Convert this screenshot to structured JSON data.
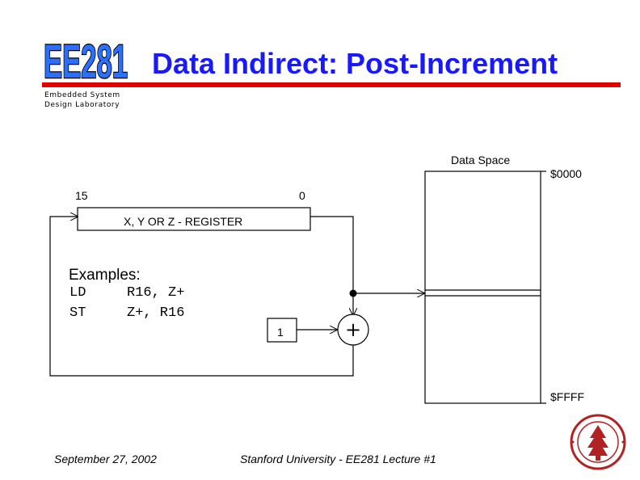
{
  "header": {
    "logo_text": "EE281",
    "lab_name": "Embedded System\nDesign Laboratory",
    "title": "Data Indirect: Post-Increment",
    "title_color": "#1919ff",
    "rule_color": "#e00000"
  },
  "register": {
    "bit_high": "15",
    "bit_low": "0",
    "label": "X, Y OR Z - REGISTER"
  },
  "examples": {
    "title": "Examples:",
    "rows": [
      {
        "op": "LD",
        "args": "R16, Z+"
      },
      {
        "op": "ST",
        "args": "Z+, R16"
      }
    ]
  },
  "increment": {
    "constant": "1",
    "operator": "+"
  },
  "data_space": {
    "title": "Data Space",
    "start_address": "$0000",
    "end_address": "$FFFF"
  },
  "footer": {
    "date": "September 27, 2002",
    "course": "Stanford University - EE281 Lecture #1"
  },
  "seal_color": "#b22222"
}
